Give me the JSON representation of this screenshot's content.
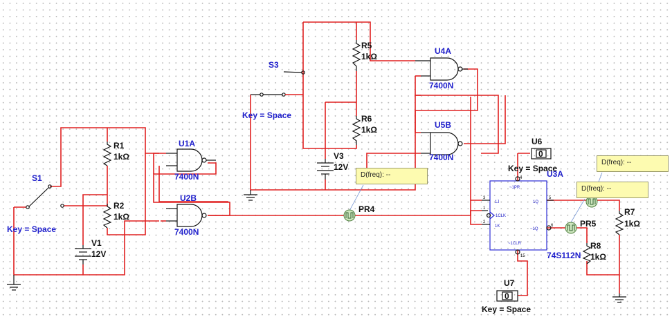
{
  "switches": {
    "s1": {
      "name": "S1",
      "key": "Key = Space"
    },
    "s3": {
      "name": "S3",
      "key": "Key = Space"
    }
  },
  "resistors": {
    "r1": {
      "name": "R1",
      "value": "1kΩ"
    },
    "r2": {
      "name": "R2",
      "value": "1kΩ"
    },
    "r5": {
      "name": "R5",
      "value": "1kΩ"
    },
    "r6": {
      "name": "R6",
      "value": "1kΩ"
    },
    "r7": {
      "name": "R7",
      "value": "1kΩ"
    },
    "r8": {
      "name": "R8",
      "value": "1kΩ"
    }
  },
  "sources": {
    "v1": {
      "name": "V1",
      "value": "12V"
    },
    "v3": {
      "name": "V3",
      "value": "12V"
    }
  },
  "gates": {
    "u1a": {
      "name": "U1A",
      "part": "7400N"
    },
    "u2b": {
      "name": "U2B",
      "part": "7400N"
    },
    "u4a": {
      "name": "U4A",
      "part": "7400N"
    },
    "u5b": {
      "name": "U5B",
      "part": "7400N"
    }
  },
  "flipflop": {
    "name": "U3A",
    "part": "74S112N",
    "pins": {
      "pr": "~1PR",
      "j": "1J",
      "clk": "1CLK",
      "k": "1K",
      "q": "1Q",
      "qn": "~1Q",
      "clr": "~1CLR"
    },
    "pin_numbers": {
      "pr": "4",
      "j": "3",
      "clk": "1",
      "k": "2",
      "q": "5",
      "qn": "6",
      "clr": "15"
    }
  },
  "interactive_digits": {
    "u6": {
      "name": "U6",
      "value": "0",
      "key": "Key = Space"
    },
    "u7": {
      "name": "U7",
      "value": "0",
      "key": "Key = Space"
    }
  },
  "probes": {
    "pr4": {
      "name": "PR4",
      "reading": "D(freq): --"
    },
    "pr5": {
      "name": "PR5",
      "reading": "D(freq): --"
    },
    "pr_top": {
      "reading": "D(freq): --"
    }
  }
}
